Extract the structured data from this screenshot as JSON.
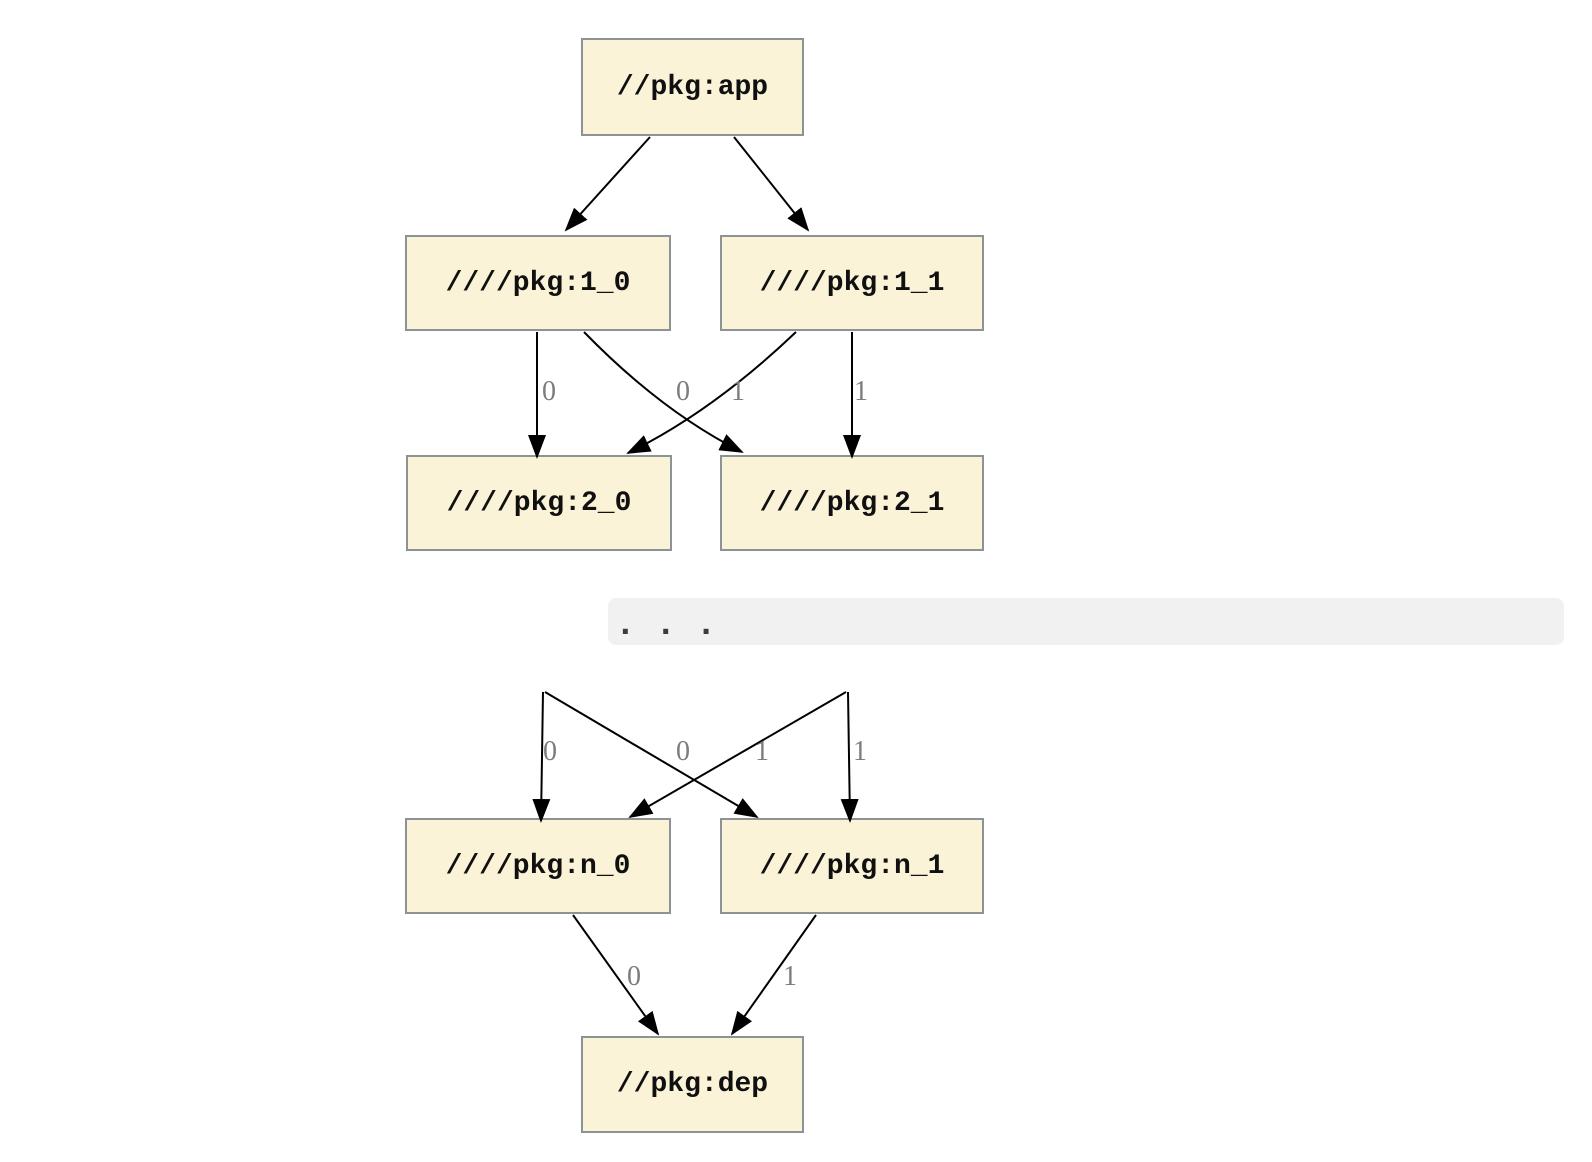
{
  "diagram": {
    "nodes": {
      "app": {
        "label": "//pkg:app"
      },
      "v1_0": {
        "label": "////pkg:1_0"
      },
      "v1_1": {
        "label": "////pkg:1_1"
      },
      "v2_0": {
        "label": "////pkg:2_0"
      },
      "v2_1": {
        "label": "////pkg:2_1"
      },
      "vn_0": {
        "label": "////pkg:n_0"
      },
      "vn_1": {
        "label": "////pkg:n_1"
      },
      "dep": {
        "label": "//pkg:dep"
      }
    },
    "ellipsis": ". . .",
    "edges": {
      "v1_0_to_v2_0": {
        "label": "0"
      },
      "v1_1_to_v2_0": {
        "label": "0"
      },
      "v1_0_to_v2_1": {
        "label": "1"
      },
      "v1_1_to_v2_1": {
        "label": "1"
      },
      "prev_to_n_0": {
        "label": "0"
      },
      "cross_to_n_0": {
        "label": "0"
      },
      "cross_to_n_1": {
        "label": "1"
      },
      "prev_to_n_1": {
        "label": "1"
      },
      "n_0_to_dep": {
        "label": "0"
      },
      "n_1_to_dep": {
        "label": "1"
      }
    },
    "colors": {
      "node_fill": "#fbf3d8",
      "node_border": "#8c9394",
      "edge_stroke": "#000000",
      "edge_label": "#7c7c7c",
      "ellipsis_band": "#f1f1f1",
      "background": "#ffffff"
    }
  }
}
